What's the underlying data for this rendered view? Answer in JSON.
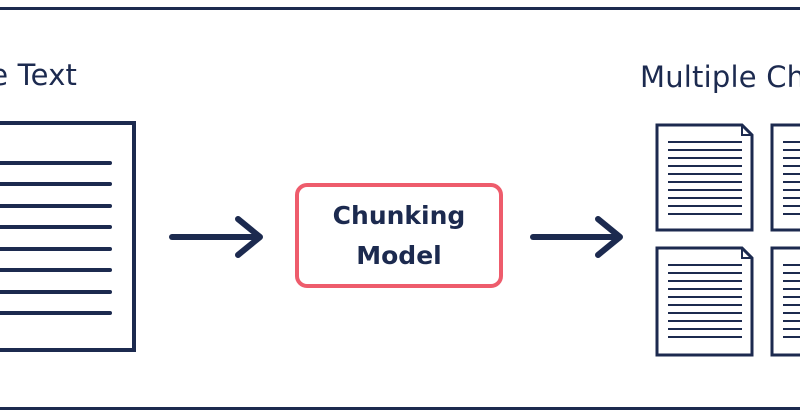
{
  "labels": {
    "input": "rge Text",
    "model": "Chunking\nModel",
    "output": "Multiple Ch"
  },
  "icons": {
    "input": "large-document-icon",
    "output": "document-icon",
    "arrow": "arrow-right-icon"
  },
  "colors": {
    "ink": "#1c2a4f",
    "accent": "#ee5c6c",
    "background": "#ffffff"
  }
}
